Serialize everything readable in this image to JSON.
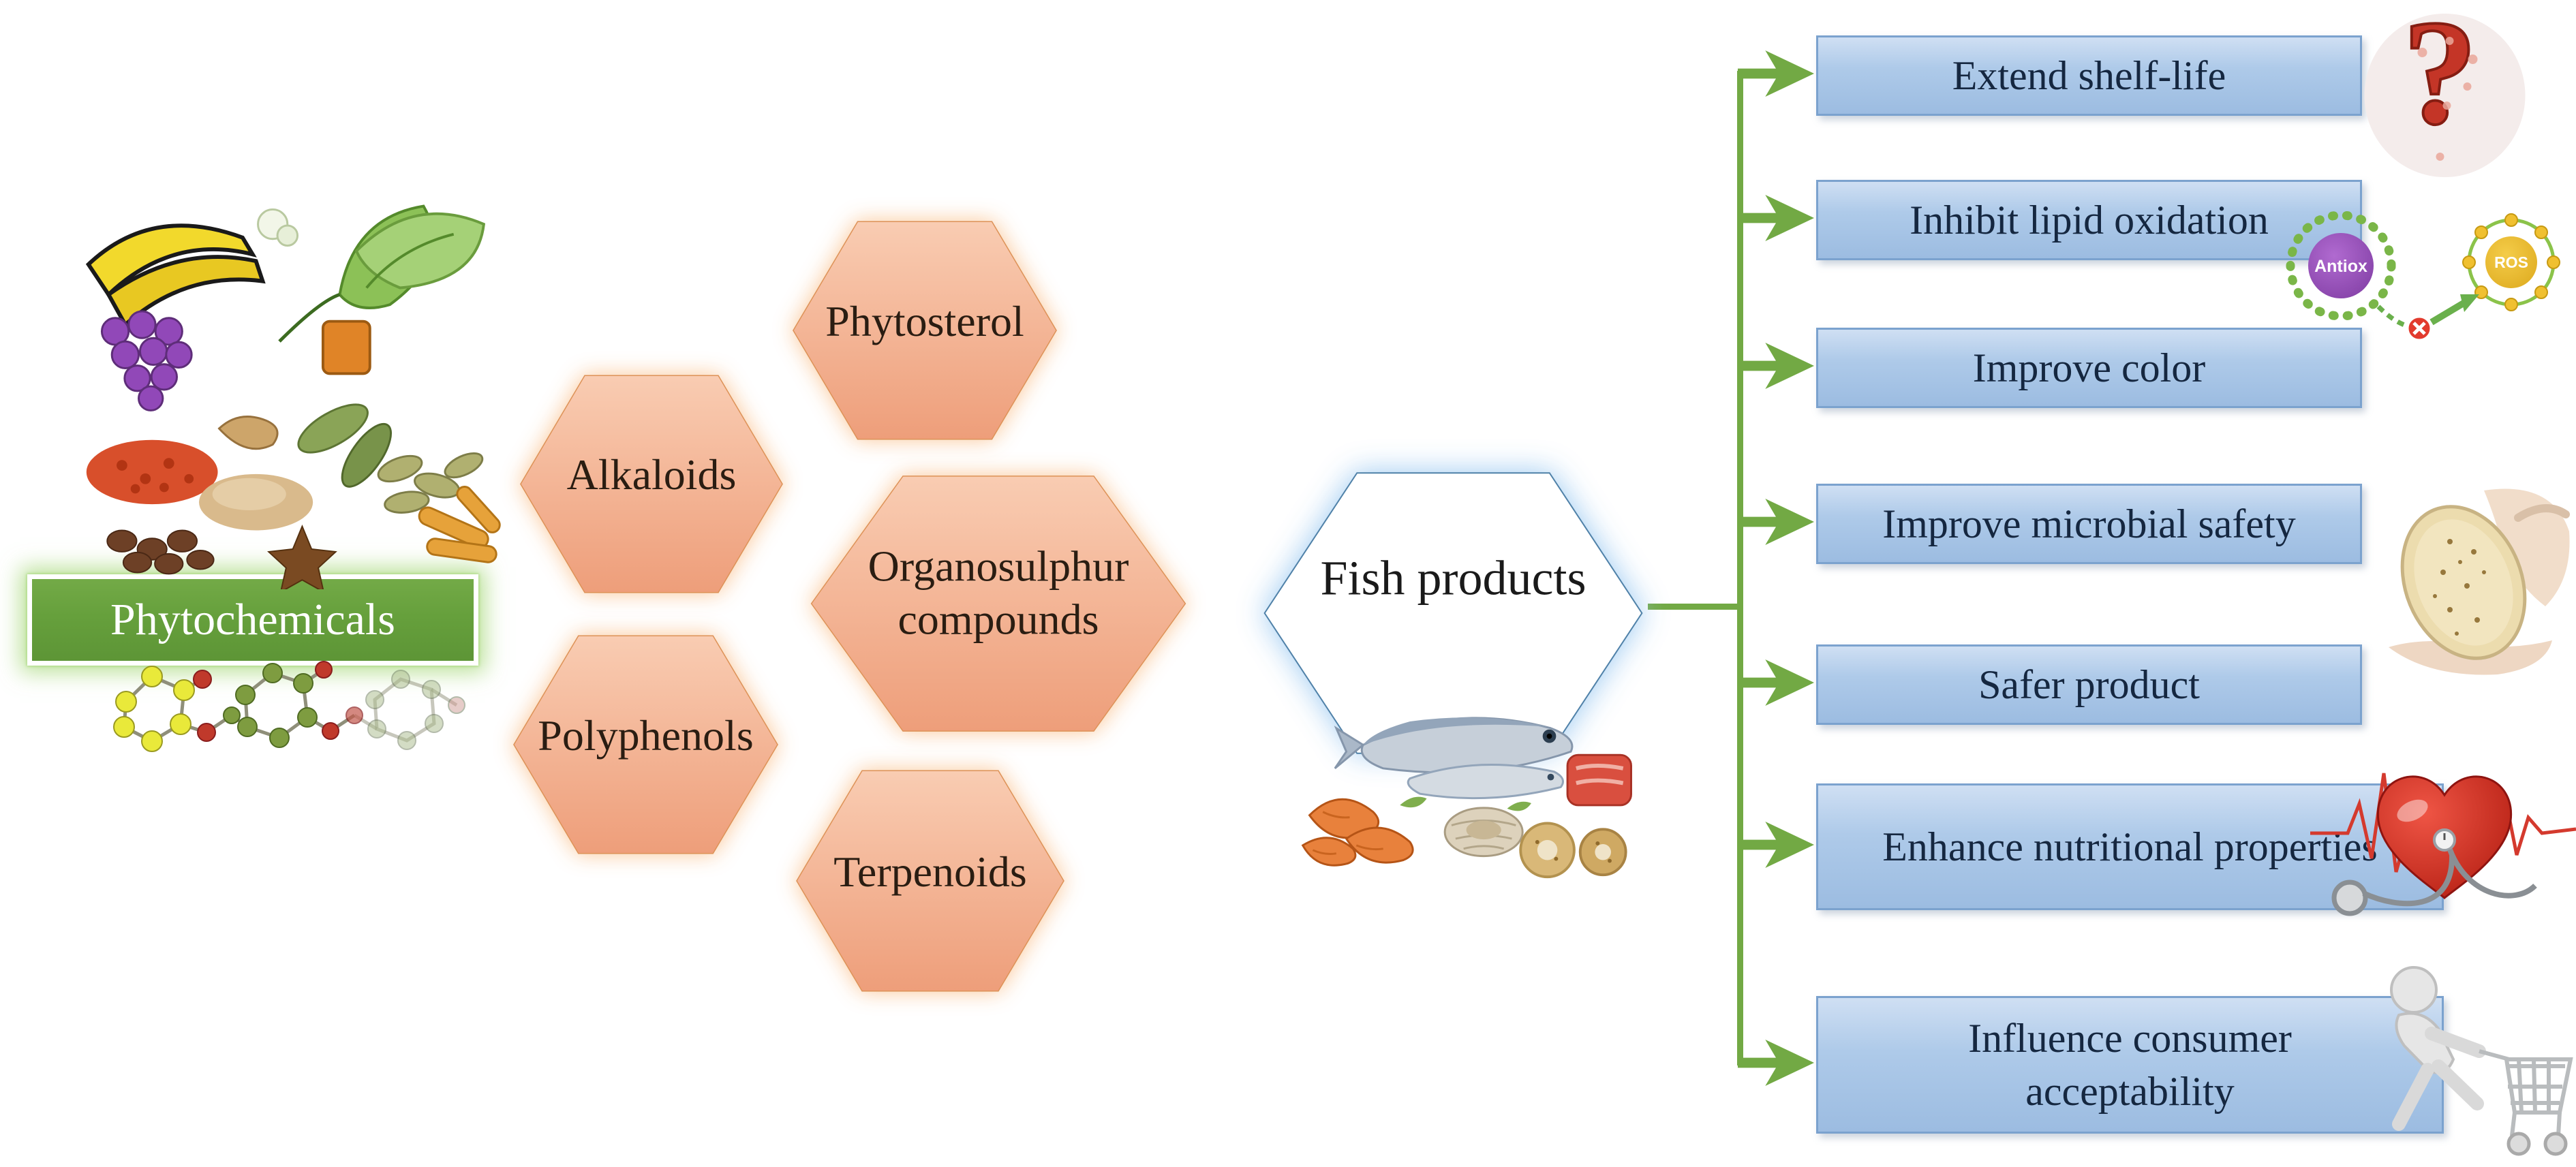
{
  "diagram": {
    "source": {
      "label": "Phytochemicals",
      "sources_image": "fruits-vegetables-spices-image",
      "molecule_image": "molecule-ball-stick-image"
    },
    "compounds": [
      {
        "label": "Phytosterol"
      },
      {
        "label": "Alkaloids"
      },
      {
        "label": "Organosulphur compounds"
      },
      {
        "label": "Polyphenols"
      },
      {
        "label": "Terpenoids"
      }
    ],
    "target": {
      "label": "Fish products",
      "image": "seafood-platter-image"
    },
    "benefits": [
      {
        "label": "Extend shelf-life",
        "icon": "meat-question-icon"
      },
      {
        "label": "Inhibit lipid oxidation",
        "icon": "antiox-vs-ros-icon"
      },
      {
        "label": "Improve color",
        "icon": ""
      },
      {
        "label": "Improve microbial safety",
        "icon": "petri-dish-hands-icon"
      },
      {
        "label": "Safer product",
        "icon": ""
      },
      {
        "label": "Enhance nutritional properties",
        "icon": "heart-ecg-stethoscope-icon"
      },
      {
        "label": "Influence consumer acceptability",
        "icon": "shopper-cart-icon"
      }
    ],
    "icon_text": {
      "antiox": "Antiox",
      "ros": "ROS"
    },
    "colors": {
      "hexagon_fill_top": "#f9ccb2",
      "hexagon_fill_bottom": "#eea07d",
      "hexagon_border": "#dd9257",
      "benefit_fill": "#aecae9",
      "benefit_border": "#7ba2ce",
      "benefit_text": "#152740",
      "connector_green": "#72a944",
      "phytochemicals_green": "#66a03c",
      "fish_hex_border": "#4f81a8"
    }
  }
}
